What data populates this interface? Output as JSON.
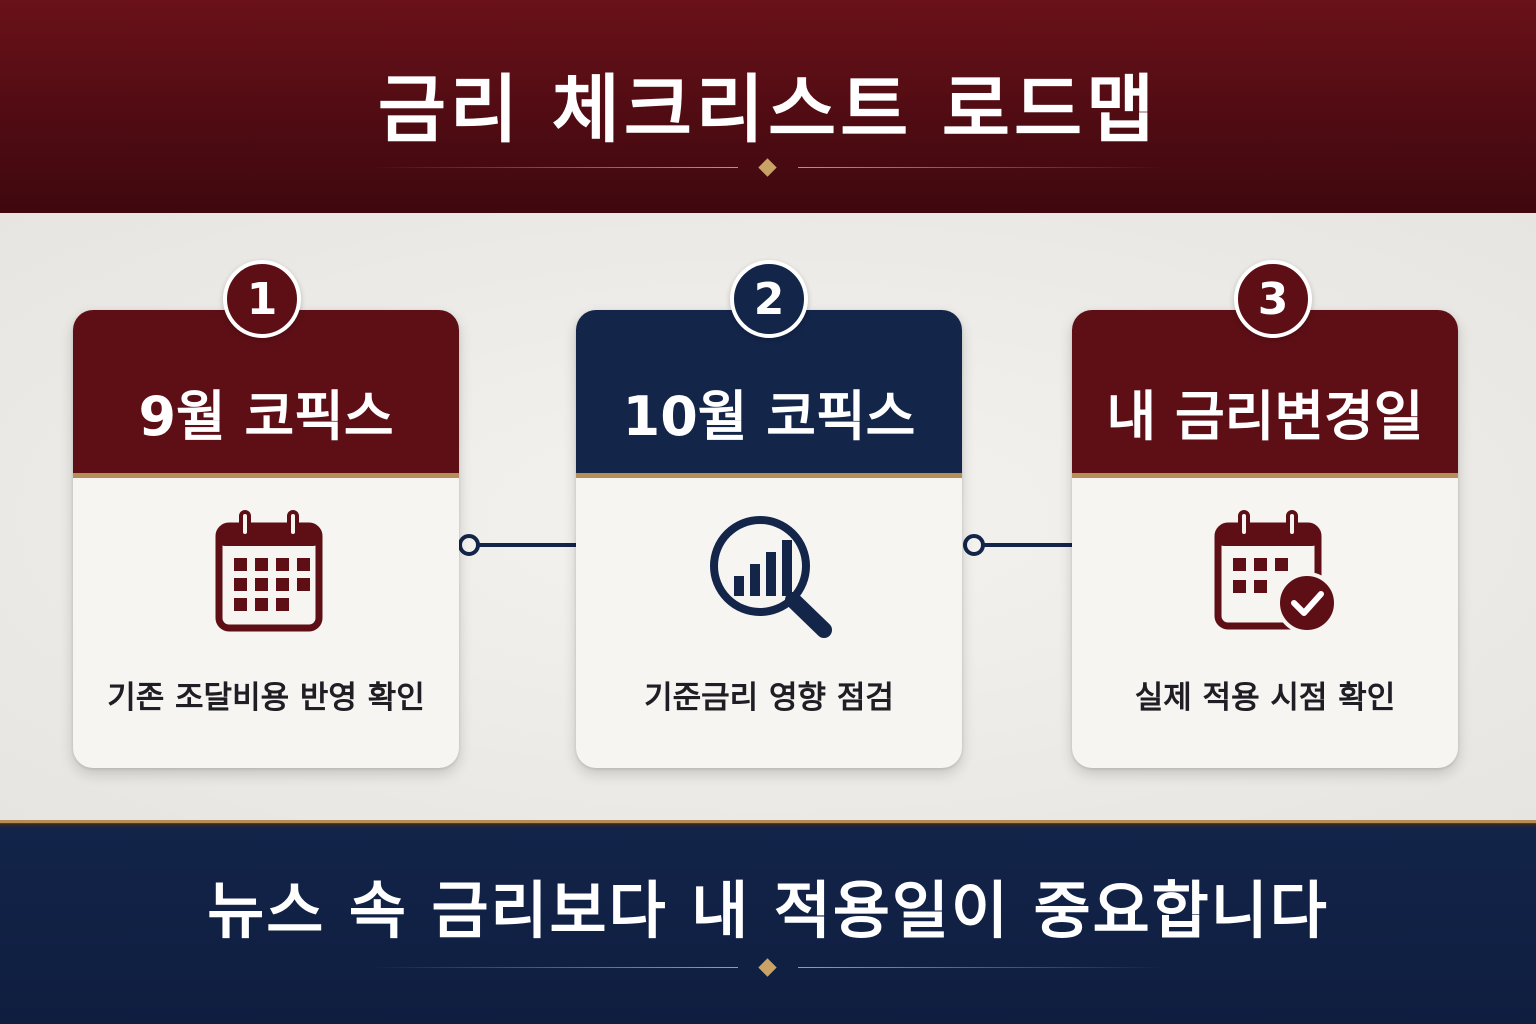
{
  "header": {
    "title": "금리 체크리스트 로드맵"
  },
  "steps": [
    {
      "number": "1",
      "title": "9월 코픽스",
      "description": "기존 조달비용 반영 확인",
      "icon": "calendar-icon",
      "color": "#5e0f16"
    },
    {
      "number": "2",
      "title": "10월 코픽스",
      "description": "기준금리 영향 점검",
      "icon": "magnifier-chart-icon",
      "color": "#14254a"
    },
    {
      "number": "3",
      "title": "내 금리변경일",
      "description": "실제 적용 시점 확인",
      "icon": "calendar-check-icon",
      "color": "#5e0f16"
    }
  ],
  "footer": {
    "message": "뉴스 속 금리보다 내 적용일이 중요합니다"
  },
  "colors": {
    "maroon": "#5e0f16",
    "navy": "#14254a",
    "gold": "#c9a265",
    "background": "#ecebe8"
  }
}
